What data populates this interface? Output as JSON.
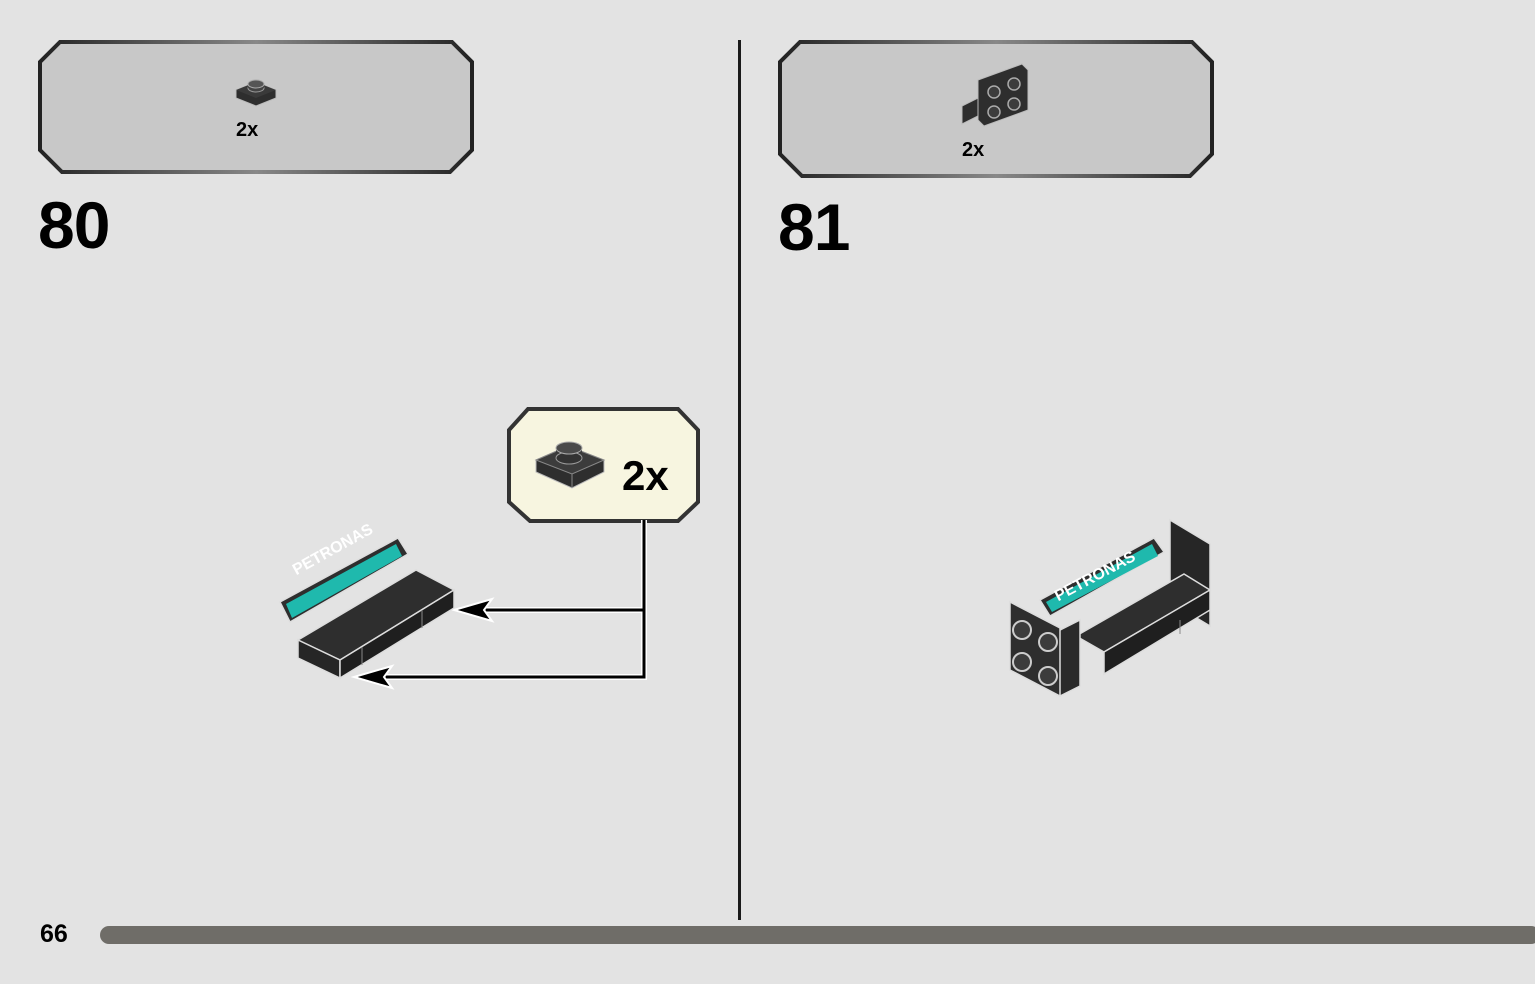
{
  "step_left": {
    "number": "80",
    "parts_list": {
      "quantity": "2x",
      "part_icon": "plate-1x1-round-stud-dark-icon"
    },
    "callout": {
      "quantity": "2x",
      "part_icon": "plate-1x1-dark-icon"
    },
    "model": {
      "sticker_text": "PETRONAS",
      "sticker_color": "#1fb9ad"
    }
  },
  "step_right": {
    "number": "81",
    "parts_list": {
      "quantity": "2x",
      "part_icon": "bracket-2x2-dark-icon"
    },
    "model": {
      "sticker_text": "PETRONAS",
      "sticker_color": "#1fb9ad"
    }
  },
  "footer": {
    "page_number": "66"
  },
  "colors": {
    "background": "#e3e3e3",
    "parts_box": "#c8c8c8",
    "callout_box": "#f7f5e0",
    "brick_dark": "#2e2e2e",
    "progress_bar": "#6f6d68"
  }
}
